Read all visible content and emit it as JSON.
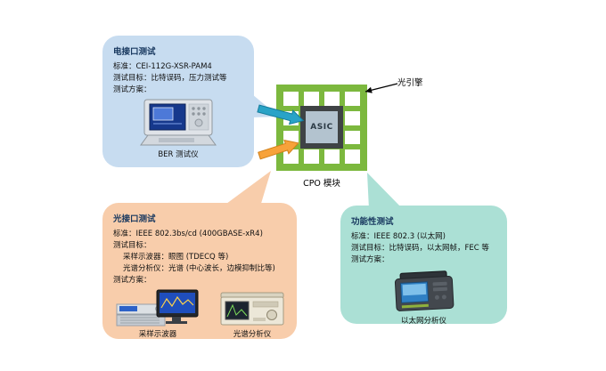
{
  "module": {
    "label": "CPO 模块",
    "asic": "ASIC",
    "engine": "光引擎"
  },
  "electrical": {
    "title": "电接口测试",
    "line1": "标准：CEI-112G-XSR-PAM4",
    "line2": "测试目标：比特误码，压力测试等",
    "line3": "测试方案：",
    "caption": "BER 测试仪"
  },
  "optical": {
    "title": "光接口测试",
    "line1": "标准：IEEE 802.3bs/cd (400GBASE-xR4)",
    "line2": "测试目标：",
    "line3": "采样示波器：眼图 (TDECQ 等)",
    "line4": "光谱分析仪：光谱 (中心波长，边模抑制比等)",
    "line5": "测试方案：",
    "caption1": "采样示波器",
    "caption2": "光谱分析仪"
  },
  "functional": {
    "title": "功能性测试",
    "line1": "标准：IEEE 802.3 (以太网)",
    "line2": "测试目标：比特误码，以太网帧，FEC 等",
    "line3": "测试方案：",
    "caption": "以太网分析仪"
  },
  "colors": {
    "electrical_bubble": "#c7dcf0",
    "optical_bubble": "#f8cdab",
    "functional_bubble": "#abe0d5",
    "module_green": "#7cb83e",
    "asic_body": "#3f4345",
    "asic_die": "#b3c3cf",
    "electrical_arrow": "#29a3c7",
    "optical_arrow": "#f7a23a",
    "title_text": "#17375e"
  }
}
